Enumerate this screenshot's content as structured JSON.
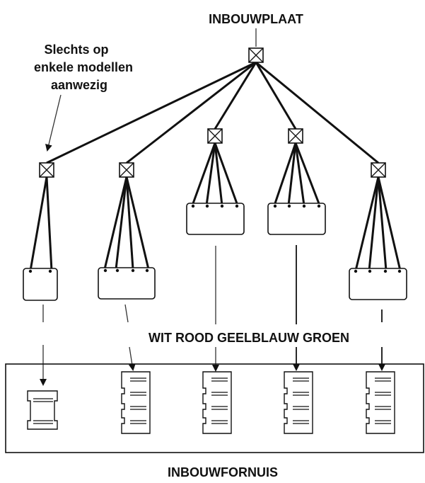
{
  "title": "INBOUWPLAAT",
  "note": [
    "Slechts op",
    "enkele modellen",
    "aanwezig"
  ],
  "colors_row": "WIT ROOD GEELBLAUW GROEN",
  "bottom_label": "INBOUWFORNUIS"
}
